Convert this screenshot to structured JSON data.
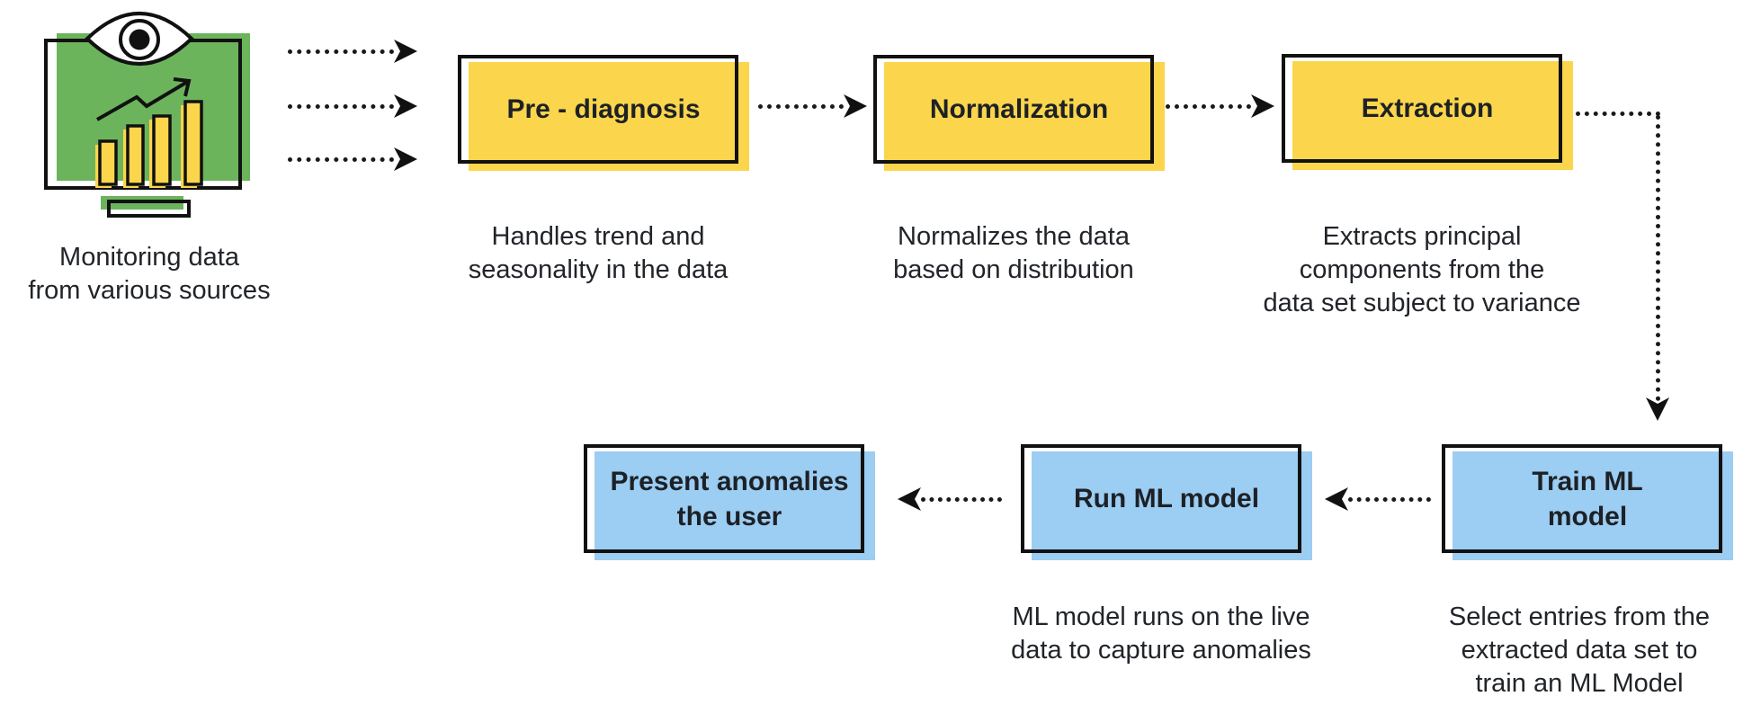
{
  "colors": {
    "stage_yellow": "#FBD54B",
    "stage_blue": "#9CCDF2",
    "icon_green": "#6CB45C",
    "bar_yellow": "#FBD54B",
    "outline_black": "#111111",
    "text_dark": "#212429"
  },
  "source": {
    "icon": "monitor-eye-analytics-icon",
    "caption": "Monitoring data\nfrom various sources"
  },
  "flow_top": [
    {
      "label": "Pre - diagnosis",
      "caption": "Handles trend and\nseasonality in the data"
    },
    {
      "label": "Normalization",
      "caption": "Normalizes the data\nbased on distribution"
    },
    {
      "label": "Extraction",
      "caption": "Extracts principal\ncomponents from the\ndata set subject to variance"
    }
  ],
  "flow_bottom": [
    {
      "label": "Present anomalies\nthe user"
    },
    {
      "label": "Run ML model",
      "caption": "ML model runs on the live\ndata to capture anomalies"
    },
    {
      "label": "Train ML\nmodel",
      "caption": "Select entries from the\nextracted data set to\ntrain an ML Model"
    }
  ]
}
